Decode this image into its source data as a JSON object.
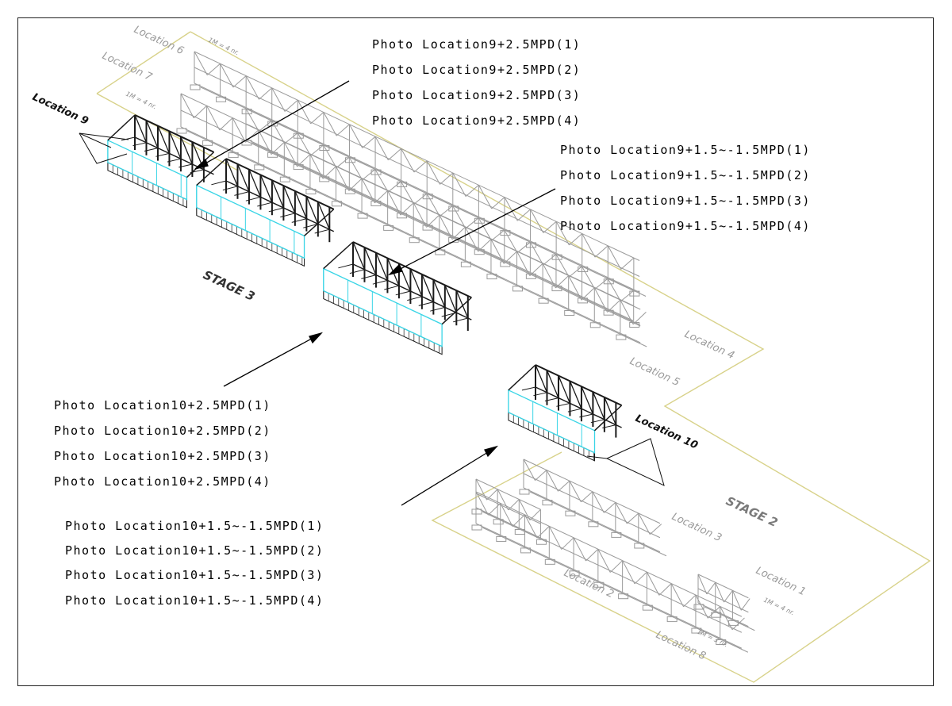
{
  "callouts": {
    "g9_top": [
      "Photo  Location9+2.5MPD(1)",
      "Photo  Location9+2.5MPD(2)",
      "Photo  Location9+2.5MPD(3)",
      "Photo  Location9+2.5MPD(4)"
    ],
    "g9_mid": [
      "Photo  Location9+1.5~-1.5MPD(1)",
      "Photo  Location9+1.5~-1.5MPD(2)",
      "Photo  Location9+1.5~-1.5MPD(3)",
      "Photo  Location9+1.5~-1.5MPD(4)"
    ],
    "g10_top": [
      "Photo  Location10+2.5MPD(1)",
      "Photo  Location10+2.5MPD(2)",
      "Photo  Location10+2.5MPD(3)",
      "Photo  Location10+2.5MPD(4)"
    ],
    "g10_mid": [
      "Photo  Location10+1.5~-1.5MPD(1)",
      "Photo  Location10+1.5~-1.5MPD(2)",
      "Photo  Location10+1.5~-1.5MPD(3)",
      "Photo  Location10+1.5~-1.5MPD(4)"
    ]
  },
  "locations": {
    "loc1": "Location 1",
    "loc2": "Location 2",
    "loc3": "Location 3",
    "loc4": "Location 4",
    "loc5": "Location 5",
    "loc6": "Location 6",
    "loc7": "Location 7",
    "loc8": "Location 8",
    "loc9": "Location 9",
    "loc10": "Location 10"
  },
  "stages": {
    "stage2": "STAGE 2",
    "stage3": "STAGE 3"
  },
  "scales": {
    "s1": "1M = 4 nr.",
    "s2": "1M = 4 nr.",
    "s3": "1M = 4 nr.",
    "s4": "1M = 3 nr."
  },
  "colors": {
    "boundary": "#d8d28a",
    "cyan": "#39d5e6",
    "frame": "#222222",
    "gray_structure": "#9a9a9a",
    "dark_structure": "#1a1a1a"
  }
}
